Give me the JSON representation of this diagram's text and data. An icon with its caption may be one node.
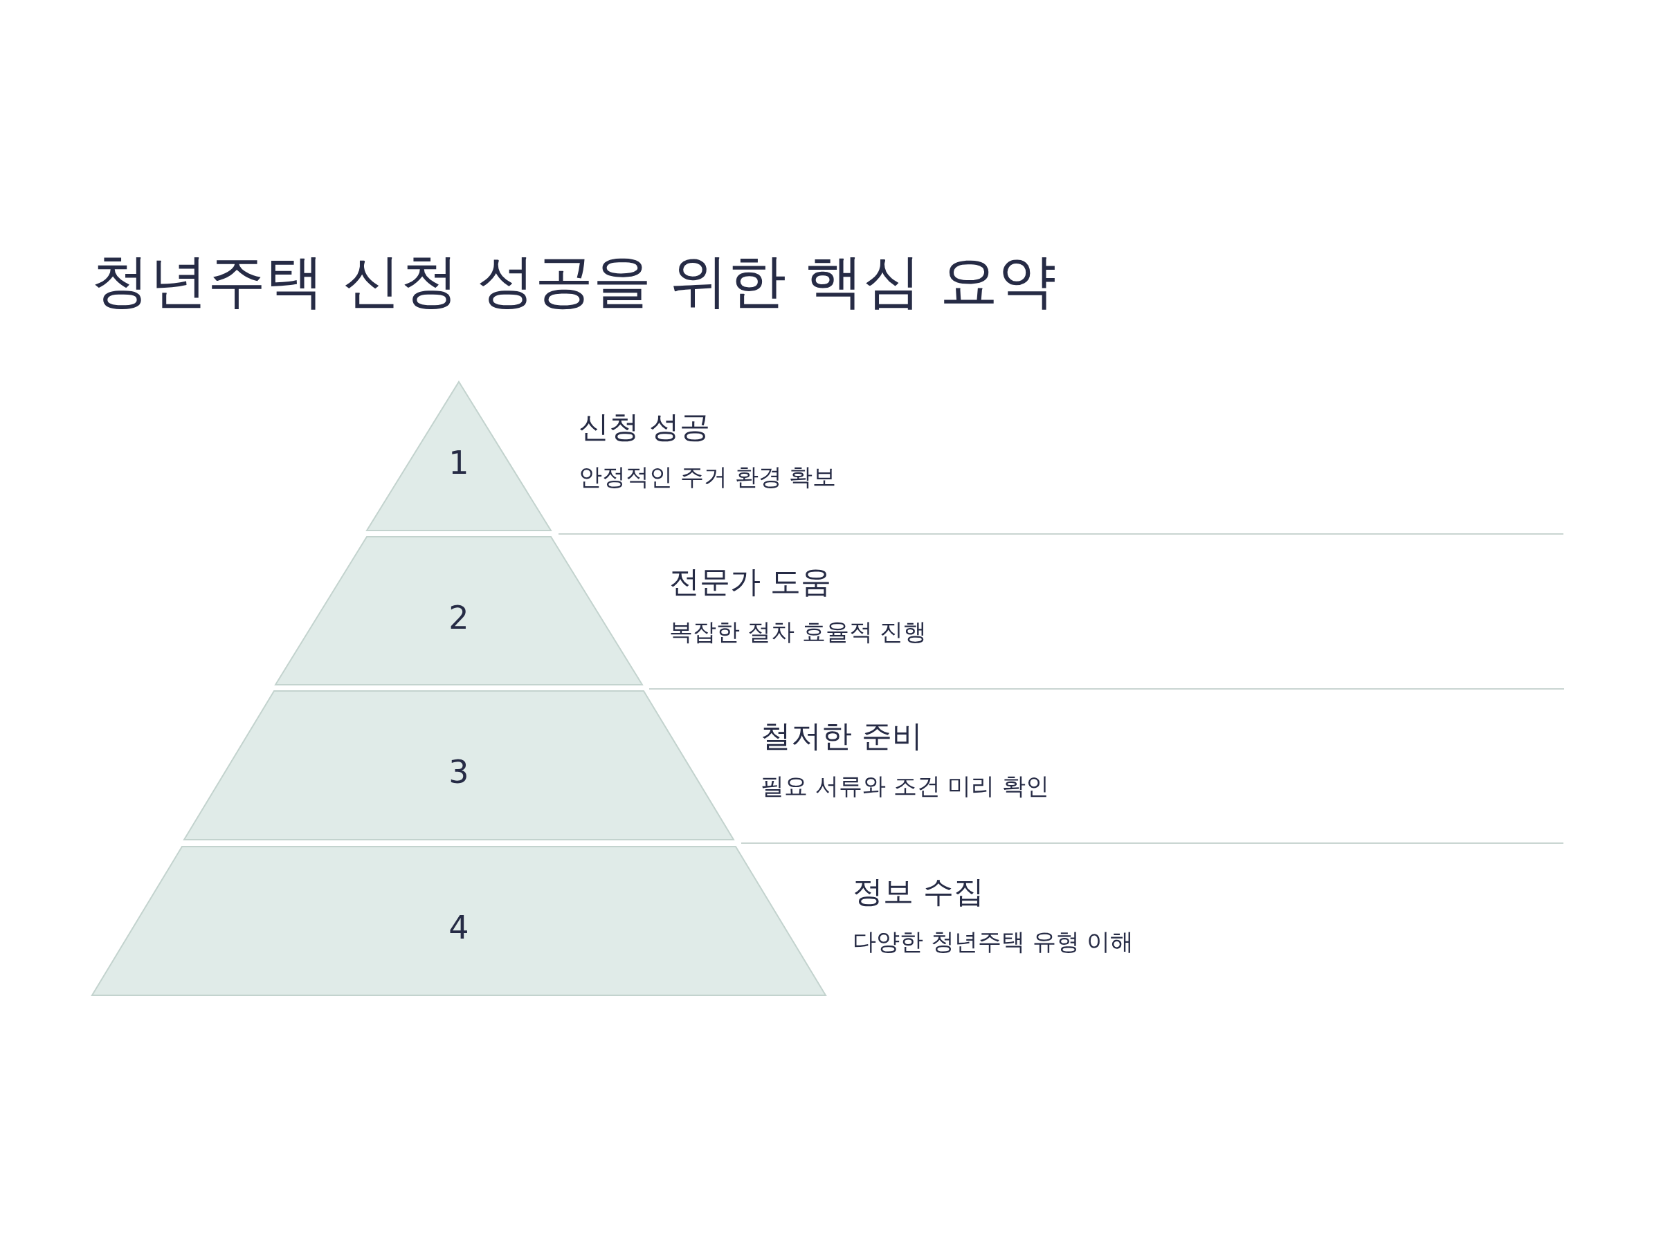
{
  "diagram": {
    "title": "청년주택 신청 성공을 위한 핵심 요약",
    "nodes": [
      {
        "text": [
          "1"
        ],
        "beside": [
          "신청 성공",
          "안정적인 주거 환경 확보"
        ]
      },
      {
        "text": [
          "2"
        ],
        "beside": [
          "전문가 도움",
          "복잡한 절차 효율적 진행"
        ]
      },
      {
        "text": [
          "3"
        ],
        "beside": [
          "철저한 준비",
          "필요 서류와 조건 미리 확인"
        ]
      },
      {
        "text": [
          "4"
        ],
        "beside": [
          "정보 수집",
          "다양한 청년주택 유형 이해"
        ]
      }
    ]
  }
}
